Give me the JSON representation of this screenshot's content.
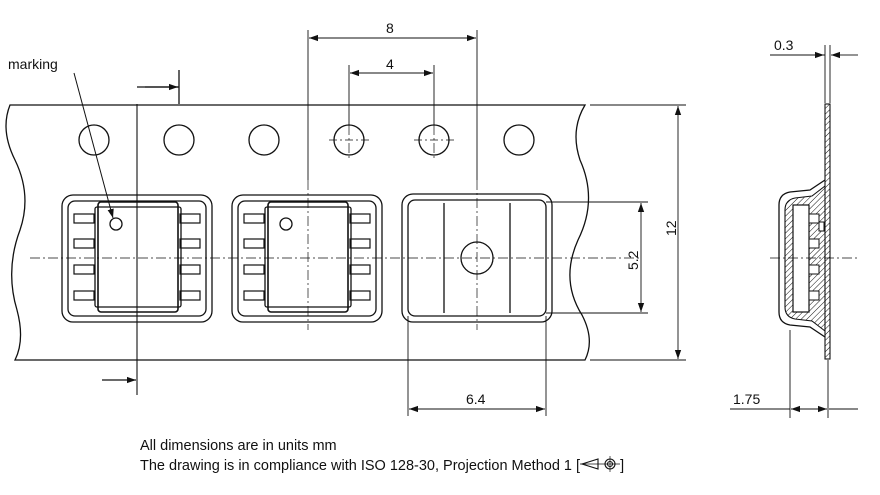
{
  "labels": {
    "marking": "marking",
    "pitch_sprocket": "8",
    "pitch_hole": "4",
    "tape_width": "12",
    "pocket_length": "5.2",
    "pocket_width": "6.4",
    "tape_thickness": "0.3",
    "hole_offset": "1.75"
  },
  "notes": {
    "units": "All dimensions are in units mm",
    "compliance_prefix": "The drawing is in compliance with ISO 128-30, Projection Method 1 [",
    "compliance_suffix": "]"
  },
  "icons": {
    "projection": "first-angle-projection-symbol"
  }
}
